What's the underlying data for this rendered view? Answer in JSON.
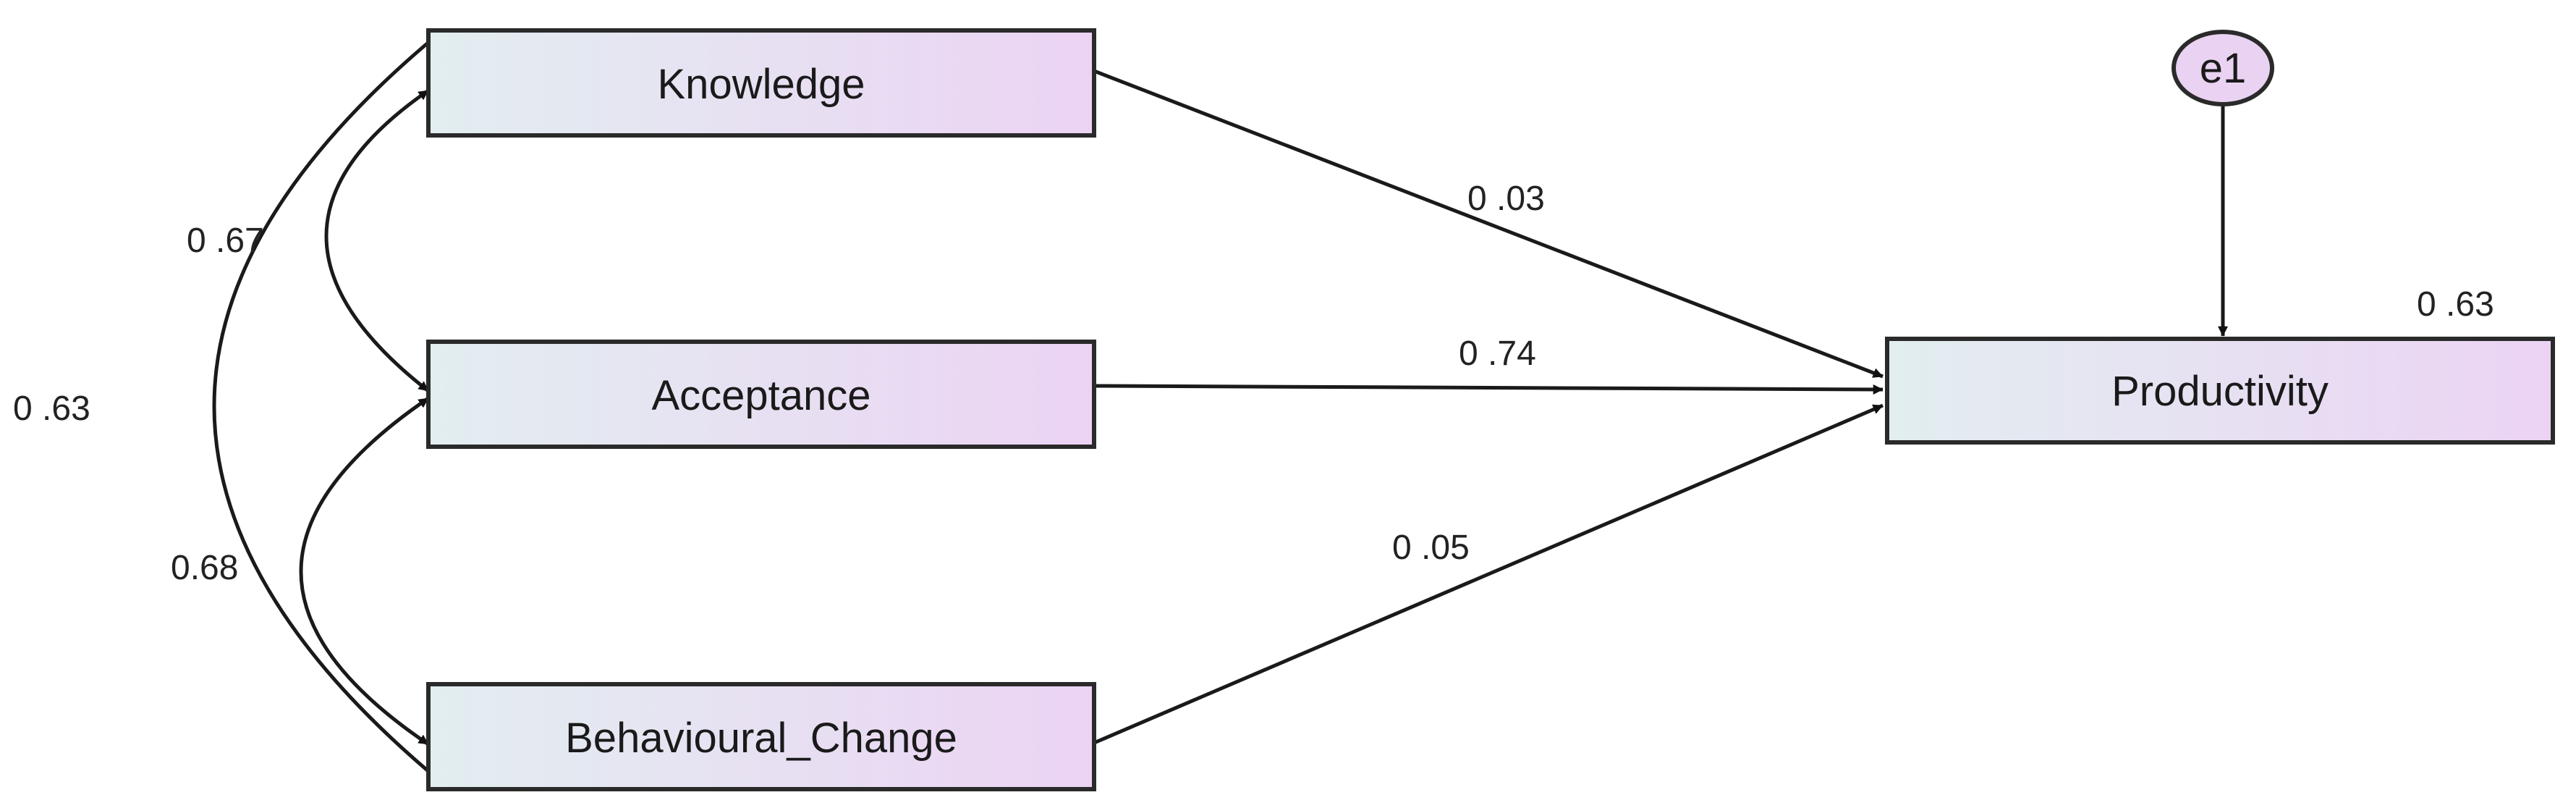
{
  "diagram": {
    "nodes": {
      "knowledge": "Knowledge",
      "acceptance": "Acceptance",
      "behavioural_change": "Behavioural_Change",
      "productivity": "Productivity",
      "error": "e1"
    },
    "covariances": {
      "knowledge_acceptance": "0 .67",
      "acceptance_behavioural": "0.68",
      "knowledge_behavioural": "0 .63"
    },
    "paths": {
      "knowledge_productivity": "0 .03",
      "acceptance_productivity": "0 .74",
      "behavioural_productivity": "0 .05"
    },
    "r_squared": "0 .63"
  },
  "colors": {
    "box_left": "#e2eef0",
    "box_right": "#ecd3f4",
    "ellipse": "#ead2f2",
    "stroke": "#2a2a2a"
  }
}
